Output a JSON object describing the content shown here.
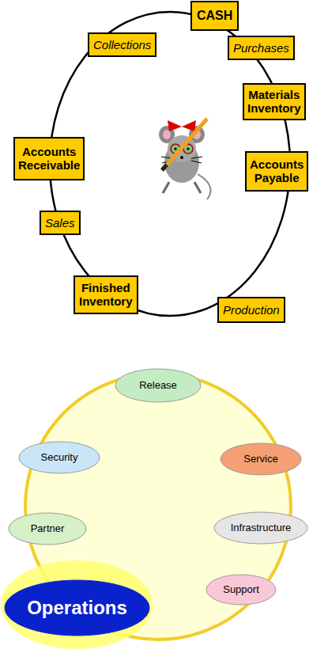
{
  "diagram": {
    "nodes": [
      {
        "text": [
          "CASH"
        ]
      },
      {
        "text": [
          "Purchases"
        ]
      },
      {
        "text": [
          "Materials Inventory"
        ]
      },
      {
        "text": [
          "Accounts Payable"
        ]
      },
      {
        "text": [
          "Production"
        ]
      },
      {
        "text": [
          "Finished Inventory"
        ]
      },
      {
        "text": [
          "Sales"
        ]
      },
      {
        "text": [
          "Accounts Receivable"
        ]
      },
      {
        "text": [
          "Collections"
        ]
      },
      {
        "text": [
          "Release"
        ]
      },
      {
        "text": [
          "Service"
        ]
      },
      {
        "text": [
          "Infrastructure"
        ]
      },
      {
        "text": [
          "Support"
        ]
      },
      {
        "text": [
          "Operations"
        ]
      },
      {
        "text": [
          "Partner"
        ]
      },
      {
        "text": [
          "Security"
        ]
      }
    ]
  }
}
